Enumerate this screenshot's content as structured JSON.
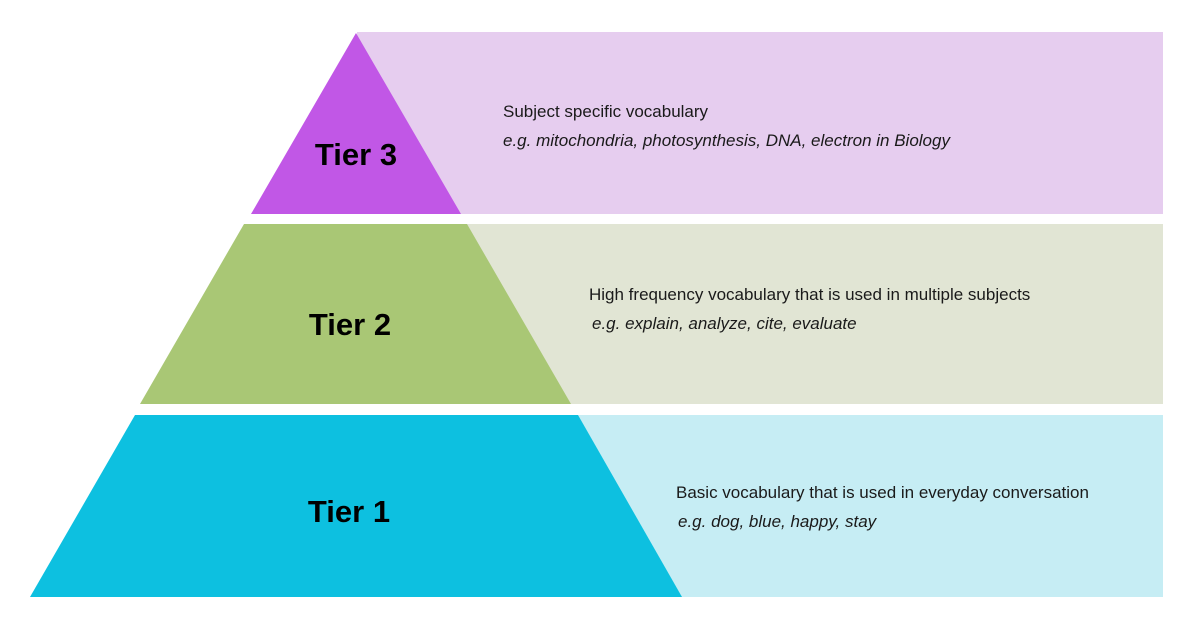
{
  "tiers": [
    {
      "label": "Tier 3",
      "description": "Subject specific vocabulary",
      "example": "e.g. mitochondria, photosynthesis, DNA, electron in Biology",
      "shape_color": "#c157e6",
      "band_color": "#e6cdef"
    },
    {
      "label": "Tier 2",
      "description": "High frequency vocabulary that is used in multiple subjects",
      "example": "e.g. explain, analyze, cite, evaluate",
      "shape_color": "#a9c775",
      "band_color": "#e1e5d4"
    },
    {
      "label": "Tier 1",
      "description": "Basic vocabulary that is used in everyday conversation",
      "example": "e.g. dog, blue, happy, stay",
      "shape_color": "#0dc0e0",
      "band_color": "#c6edf4"
    }
  ]
}
